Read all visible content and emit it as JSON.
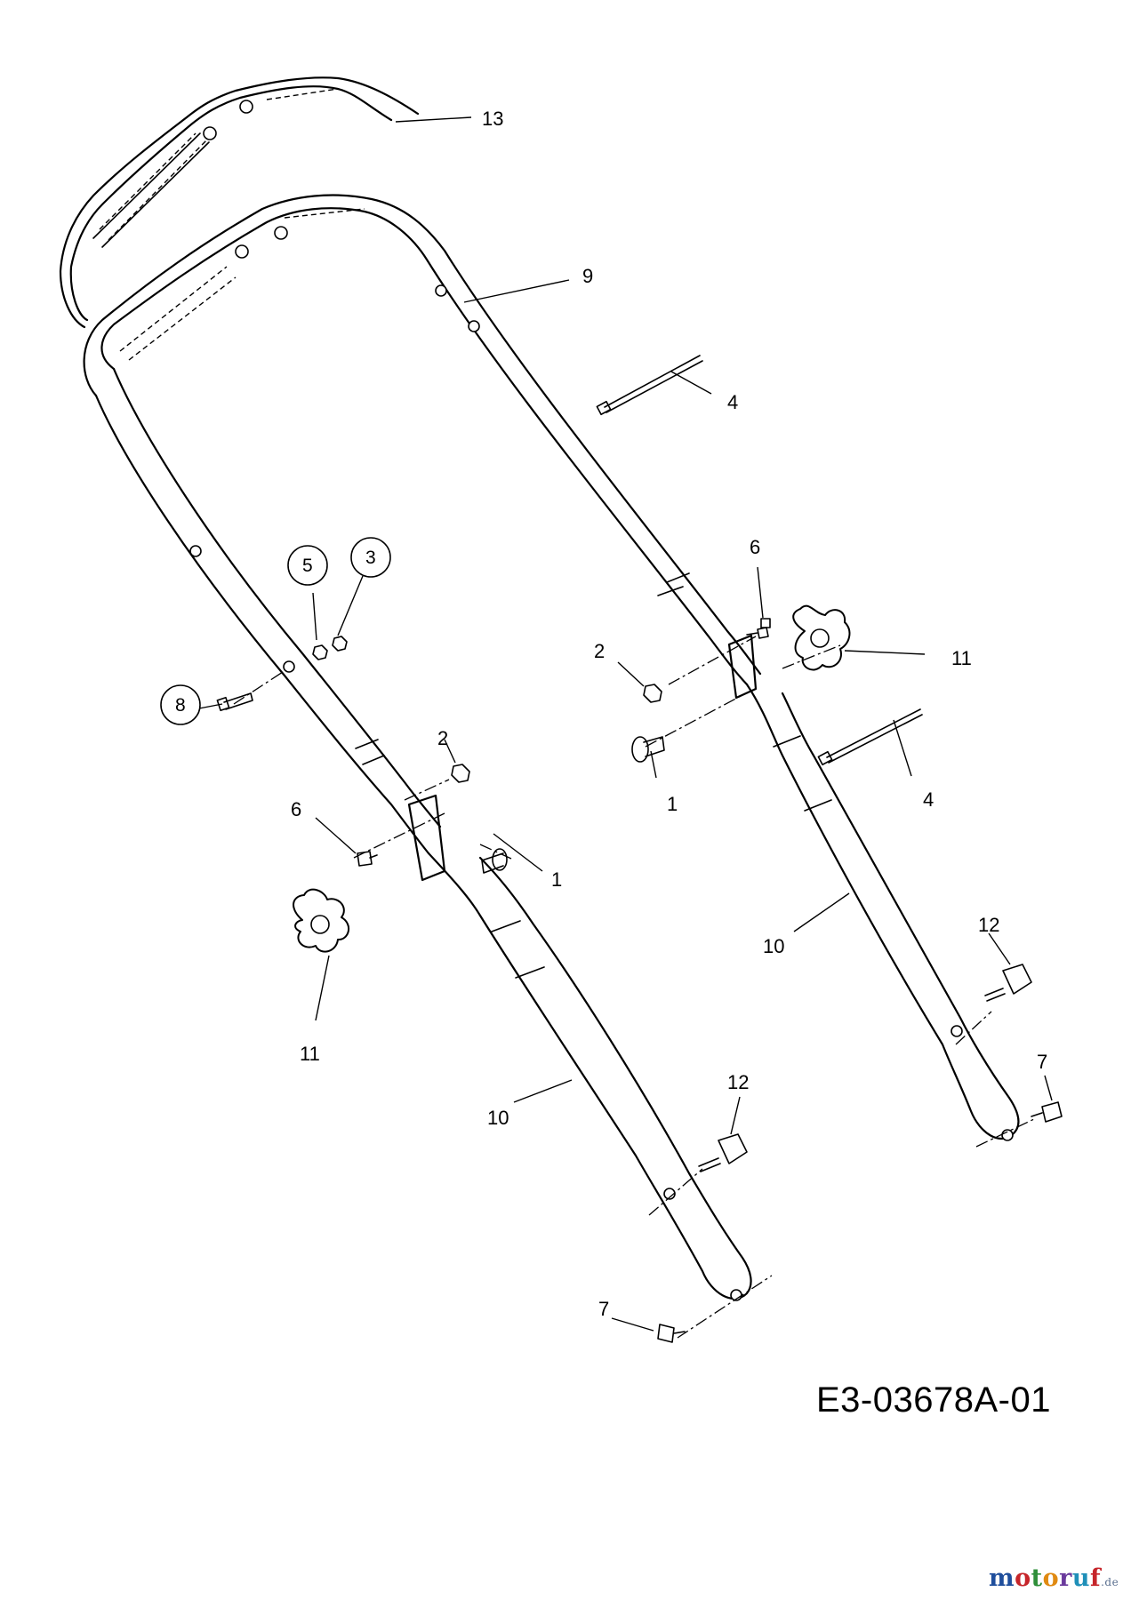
{
  "diagram": {
    "callouts": [
      "13",
      "9",
      "4",
      "4",
      "6",
      "6",
      "11",
      "11",
      "2",
      "2",
      "1",
      "1",
      "10",
      "10",
      "12",
      "12",
      "7",
      "7"
    ],
    "circled_callouts": [
      "5",
      "3",
      "8"
    ],
    "drawing_code": "E3-03678A-01"
  },
  "watermark": {
    "letters": [
      "m",
      "o",
      "t",
      "o",
      "r",
      "u",
      "f"
    ],
    "tld": ".de",
    "letter_colors": [
      "#1f4e9c",
      "#c6252a",
      "#2f8f3a",
      "#e08a12",
      "#6a3a9c",
      "#1f8fb8",
      "#c6252a"
    ]
  }
}
